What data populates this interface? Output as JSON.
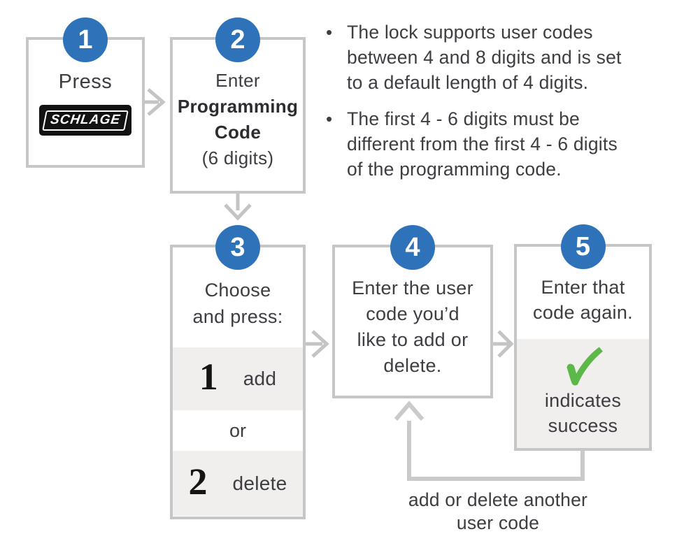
{
  "steps": [
    {
      "number": "1",
      "action": "Press",
      "logo_text": "SCHLAGE"
    },
    {
      "number": "2",
      "line_regular": "Enter",
      "line_bold": "Programming\nCode",
      "line_sub": "(6 digits)"
    },
    {
      "number": "3",
      "title": "Choose\nand press:",
      "option_add_key": "1",
      "option_add_label": "add",
      "separator": "or",
      "option_delete_key": "2",
      "option_delete_label": "delete"
    },
    {
      "number": "4",
      "text": "Enter the user\ncode you’d\nlike to add or\ndelete."
    },
    {
      "number": "5",
      "text": "Enter that\ncode again.",
      "check_icon": "check-icon",
      "success_text": "indicates\nsuccess"
    }
  ],
  "notes": [
    {
      "bullet": "•",
      "text": "The lock supports user codes\nbetween 4 and 8 digits and is set\nto a default length of 4 digits."
    },
    {
      "bullet": "•",
      "text": "The first 4 - 6 digits must be\ndifferent from the first 4 - 6 digits\nof the programming code."
    }
  ],
  "loop_label": "add or delete another\nuser code",
  "colors": {
    "step_badge_blue": "#2e72b9",
    "arrow_gray": "#c4c4c4",
    "band_gray": "#f0efed",
    "success_green": "#5cb848",
    "text_dark": "#3d3d42",
    "logo_black": "#121212"
  }
}
